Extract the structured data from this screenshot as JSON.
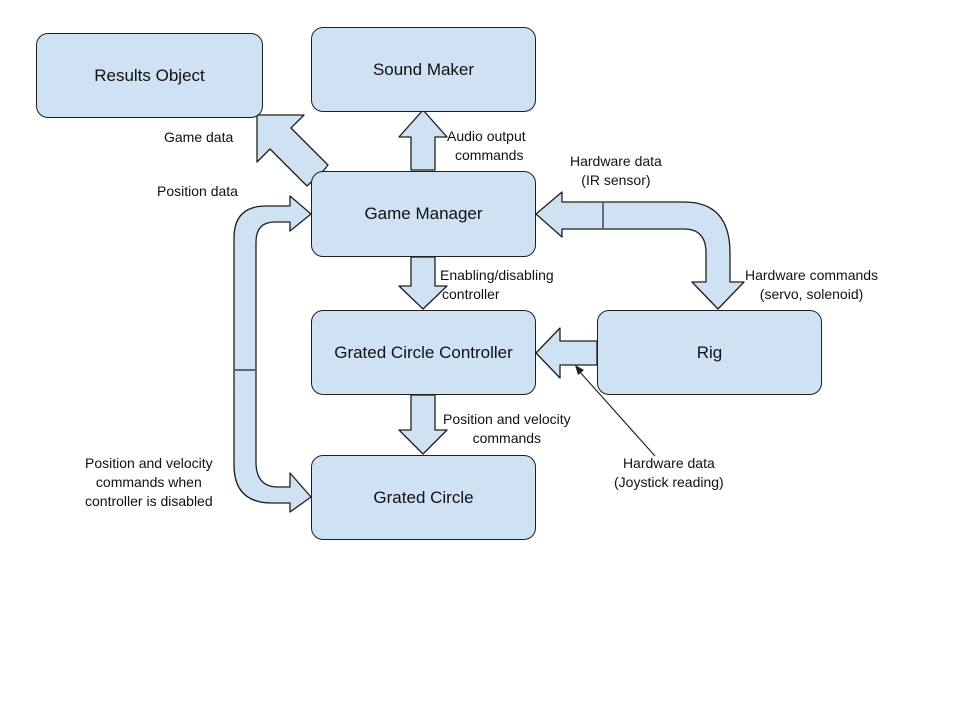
{
  "colors": {
    "box_fill": "#cfe2f3",
    "arrow_fill": "#cfe2f3",
    "stroke": "#1f1f1f",
    "background": "#ffffff"
  },
  "boxes": {
    "results_object": "Results Object",
    "sound_maker": "Sound Maker",
    "game_manager": "Game Manager",
    "grated_circle_controller": "Grated Circle Controller",
    "rig": "Rig",
    "grated_circle": "Grated Circle"
  },
  "labels": {
    "game_data": "Game data",
    "audio_output": [
      "Audio output",
      "commands"
    ],
    "hardware_data_ir": [
      "Hardware data",
      "(IR sensor)"
    ],
    "position_data": "Position data",
    "enabling_disabling": [
      "Enabling/disabling",
      "controller"
    ],
    "hardware_commands": [
      "Hardware commands",
      "(servo, solenoid)"
    ],
    "position_velocity": [
      "Position and velocity",
      "commands"
    ],
    "hardware_data_joystick": [
      "Hardware data",
      "(Joystick reading)"
    ],
    "position_velocity_disabled": [
      "Position and velocity",
      "commands when",
      "controller is disabled"
    ]
  }
}
